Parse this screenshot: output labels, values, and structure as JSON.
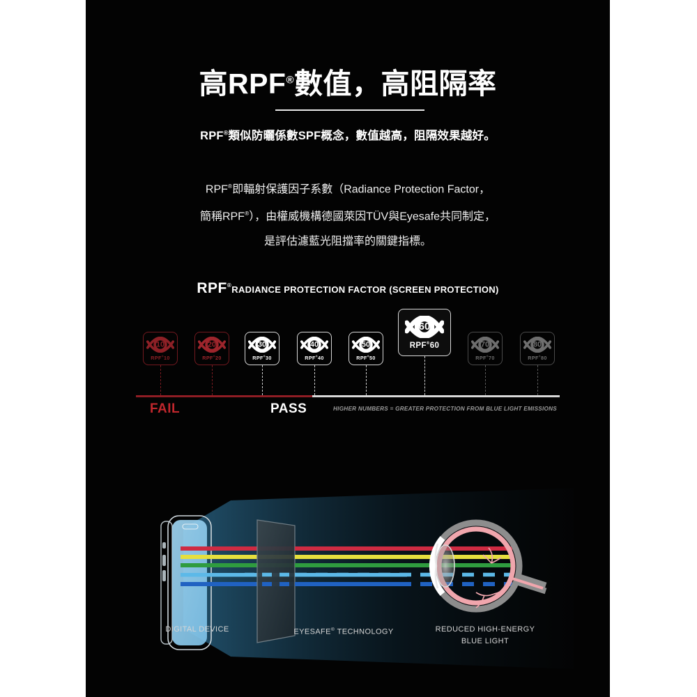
{
  "page": {
    "background": "#ffffff",
    "panel_color": "#030303"
  },
  "headline": {
    "pre": "高",
    "brand": "RPF",
    "reg": "®",
    "post": "數值，高阻隔率"
  },
  "subhead": {
    "brand": "RPF",
    "reg": "®",
    "text": "類似防曬係數SPF概念，數值越高，阻隔效果越好。"
  },
  "paragraph": {
    "line1_a": "RPF",
    "line1_reg": "®",
    "line1_b": "即輻射保護因子系數（Radiance Protection Factor，",
    "line2_a": "簡稱RPF",
    "line2_reg": "®",
    "line2_b": "），由權威機構德國萊因TÜV與Eyesafe共同制定，",
    "line3": "是評估濾藍光阻擋率的關鍵指標。"
  },
  "scale": {
    "title_brand": "RPF",
    "title_reg": "®",
    "title_text": "RADIANCE PROTECTION FACTOR (SCREEN PROTECTION)",
    "fail_label": "FAIL",
    "fail_color": "#c0272d",
    "pass_label": "PASS",
    "pass_color": "#ffffff",
    "note": "HIGHER NUMBERS = GREATER PROTECTION FROM BLUE LIGHT EMISSIONS",
    "axis_fail_color": "#8f1d24",
    "axis_pass_color": "#d8d8d8",
    "badges": [
      {
        "value": "10",
        "label": "RPF",
        "reg": "®",
        "num": "10",
        "state": "fail",
        "color": "#8d2026"
      },
      {
        "value": "20",
        "label": "RPF",
        "reg": "®",
        "num": "20",
        "state": "fail",
        "color": "#9e252c"
      },
      {
        "value": "30",
        "label": "RPF",
        "reg": "®",
        "num": "30",
        "state": "pass",
        "color": "#ffffff"
      },
      {
        "value": "40",
        "label": "RPF",
        "reg": "®",
        "num": "40",
        "state": "pass",
        "color": "#ffffff"
      },
      {
        "value": "50",
        "label": "RPF",
        "reg": "®",
        "num": "50",
        "state": "pass",
        "color": "#ffffff"
      },
      {
        "value": "60",
        "label": "RPF",
        "reg": "®",
        "num": "60",
        "state": "highlight",
        "color": "#ffffff"
      },
      {
        "value": "70",
        "label": "RPF",
        "reg": "®",
        "num": "70",
        "state": "dim",
        "color": "#6e6e6e"
      },
      {
        "value": "80",
        "label": "RPF",
        "reg": "®",
        "num": "80",
        "state": "dim",
        "color": "#6e6e6e"
      }
    ]
  },
  "diagram": {
    "captions": [
      {
        "line1": "DIGITAL DEVICE",
        "line2": ""
      },
      {
        "line1": "EYESAFE",
        "reg": "®",
        "line2": " TECHNOLOGY"
      },
      {
        "line1": "REDUCED HIGH-ENERGY",
        "line2": "BLUE LIGHT"
      }
    ],
    "rays": [
      {
        "name": "red",
        "color": "#cf2b42"
      },
      {
        "name": "yellow",
        "color": "#e6df3d"
      },
      {
        "name": "green",
        "color": "#2f9c3f"
      },
      {
        "name": "cyan",
        "color": "#5cb9e8"
      },
      {
        "name": "blue",
        "color": "#2062c2"
      }
    ]
  }
}
